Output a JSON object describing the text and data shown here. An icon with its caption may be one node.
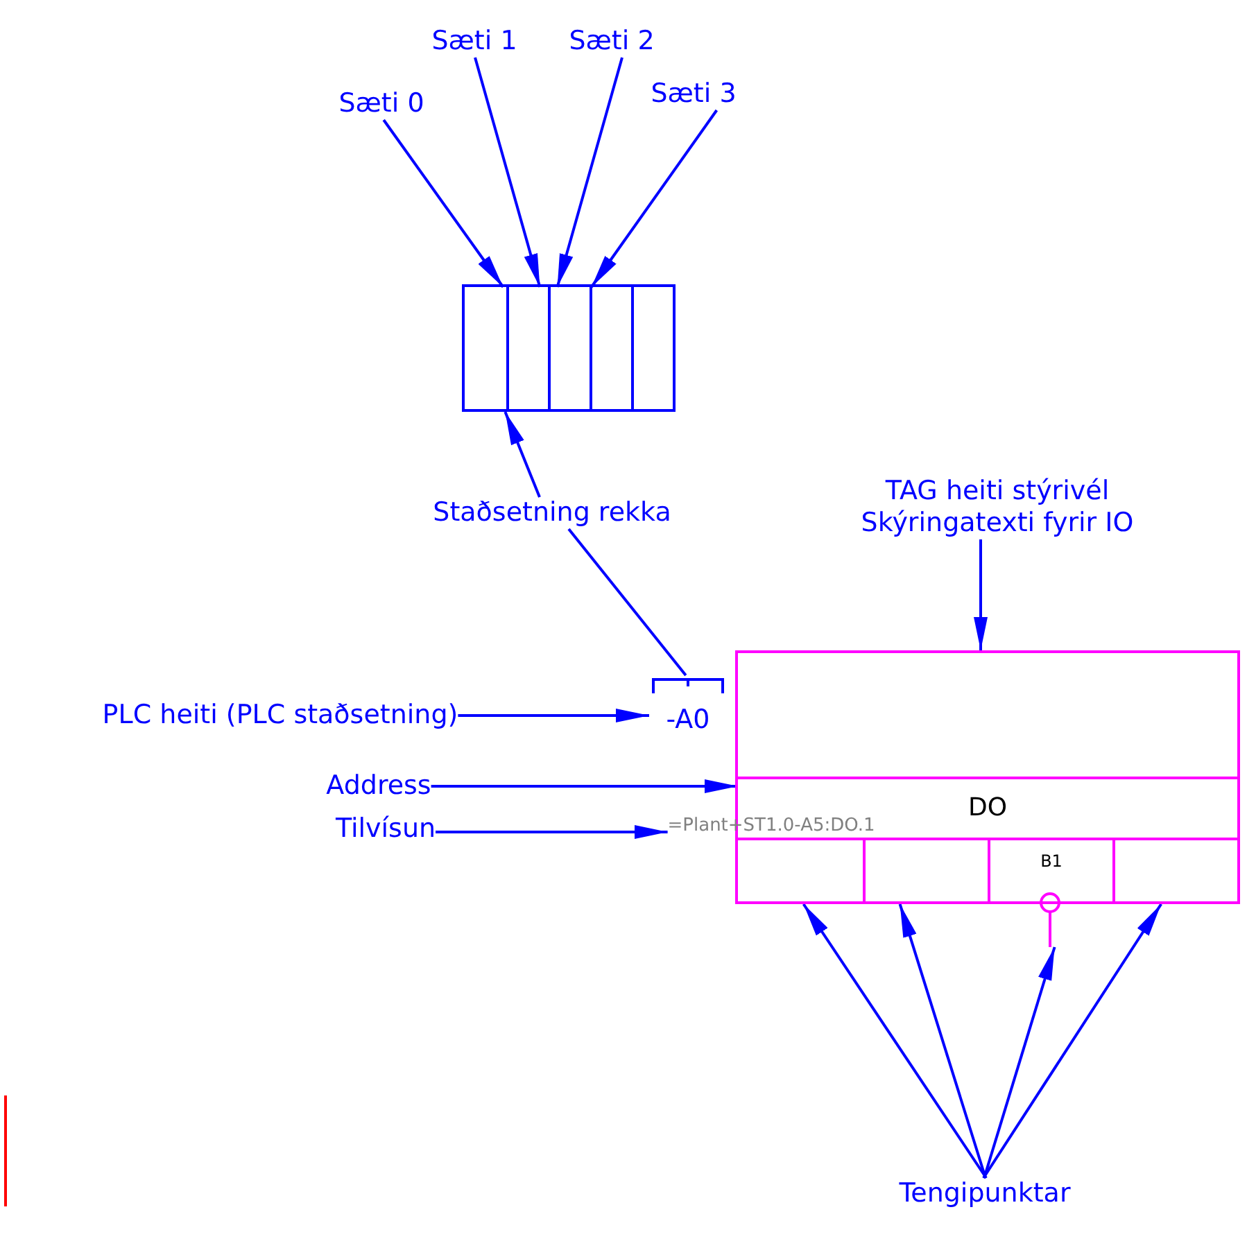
{
  "diagram": {
    "nodes": [
      {
        "text": [
          "Sæti 0"
        ]
      },
      {
        "text": [
          "Sæti 1"
        ]
      },
      {
        "text": [
          "Sæti 2"
        ]
      },
      {
        "text": [
          "Sæti 3"
        ]
      },
      {
        "text": [],
        "shape": "box"
      },
      {
        "text": [],
        "shape": "box",
        "in": 4
      },
      {
        "text": [],
        "shape": "box",
        "in": 4
      },
      {
        "text": [],
        "shape": "box",
        "in": 4
      },
      {
        "text": [],
        "shape": "box",
        "in": 4
      },
      {
        "text": [],
        "shape": "box",
        "in": 4
      },
      {
        "text": [
          "Staðsetning rekka"
        ]
      },
      {
        "text": [
          "TAG heiti stýrivél",
          "Skýringatexti fyrir IO"
        ]
      },
      {
        "text": [],
        "shape": "box"
      },
      {
        "text": [
          "DO"
        ],
        "in": 12
      },
      {
        "text": [],
        "shape": "box",
        "in": 12
      },
      {
        "text": [],
        "shape": "box",
        "in": 12
      },
      {
        "text": [
          "B1"
        ],
        "in": 12
      },
      {
        "text": [],
        "shape": "box",
        "in": 12
      },
      {
        "text": [],
        "shape": "circle"
      },
      {
        "text": [
          "-A0"
        ]
      },
      {
        "text": [
          "PLC heiti (PLC staðsetning)"
        ]
      },
      {
        "text": [
          "Address"
        ]
      },
      {
        "text": [
          "Tilvísun"
        ]
      },
      {
        "text": [
          "=Plant+ST1.0-A5:DO.1"
        ]
      },
      {
        "text": [
          "Tengipunktar"
        ]
      }
    ],
    "edges": [
      {
        "from": 0,
        "to": 5,
        "arrow": "to"
      },
      {
        "from": 1,
        "to": 6,
        "arrow": "to"
      },
      {
        "from": 2,
        "to": 7,
        "arrow": "to"
      },
      {
        "from": 3,
        "to": 8,
        "arrow": "to"
      },
      {
        "from": 10,
        "to": 4,
        "arrow": "to"
      },
      {
        "from": 10,
        "to": 19,
        "arrow": "none"
      },
      {
        "from": 11,
        "to": 12,
        "arrow": "to"
      },
      {
        "from": 20,
        "to": 19,
        "arrow": "to"
      },
      {
        "from": 21,
        "to": 13,
        "arrow": "to"
      },
      {
        "from": 22,
        "to": 23,
        "arrow": "to"
      },
      {
        "from": 24,
        "to": 14,
        "arrow": "to"
      },
      {
        "from": 24,
        "to": 15,
        "arrow": "to"
      },
      {
        "from": 24,
        "to": 18,
        "arrow": "to"
      },
      {
        "from": 24,
        "to": 17,
        "arrow": "to"
      }
    ]
  }
}
